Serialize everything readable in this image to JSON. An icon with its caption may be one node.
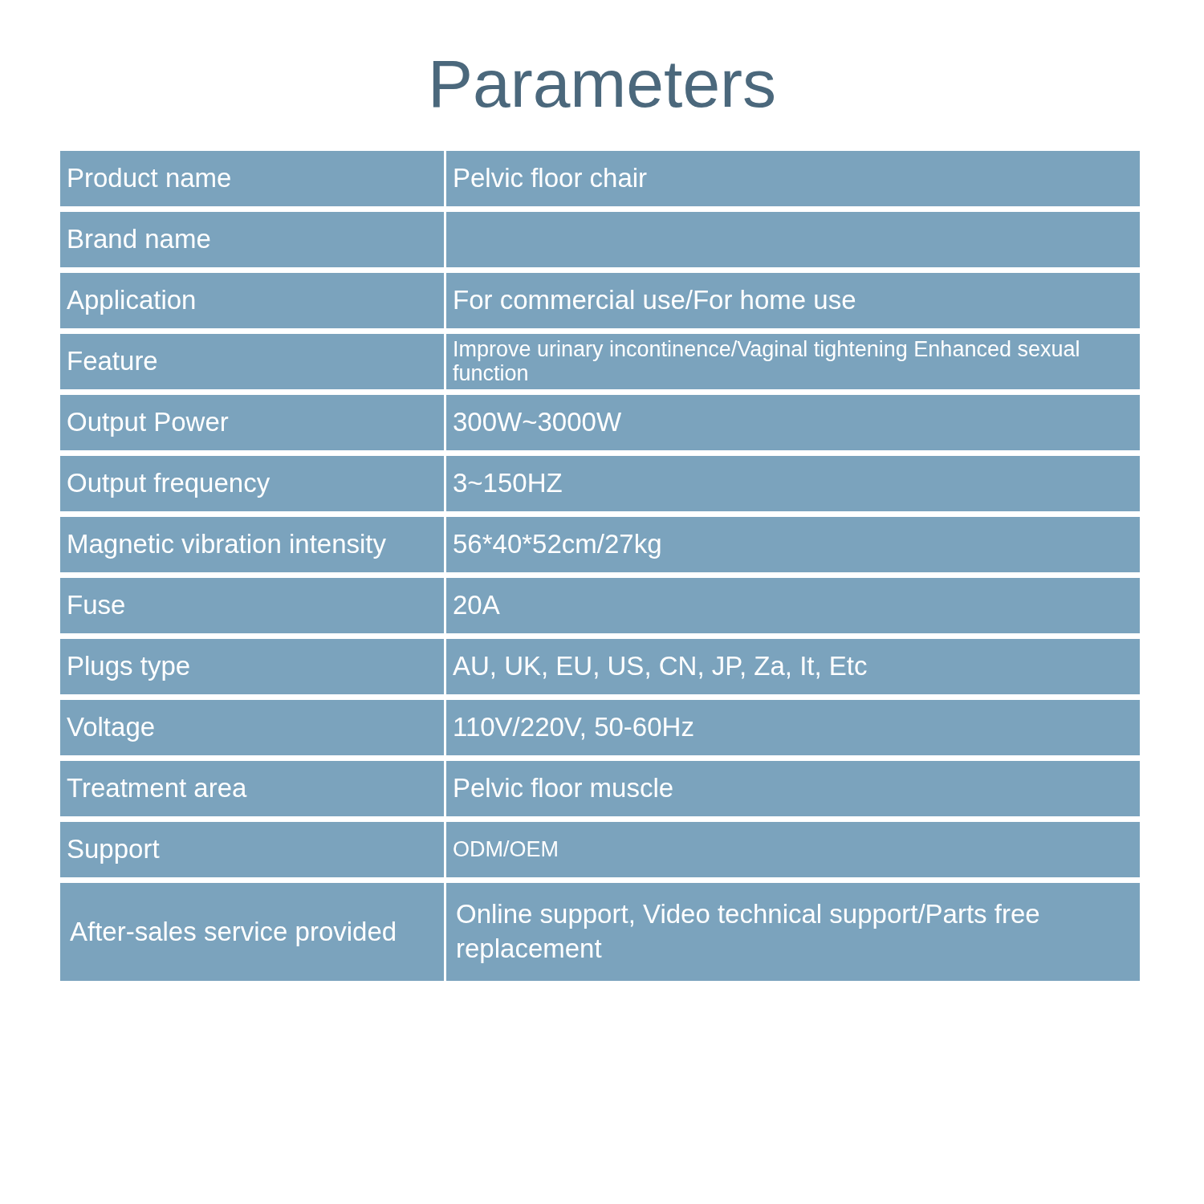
{
  "diagram": {
    "title": "Parameters",
    "labels": [
      "Product name",
      "Pelvic floor chair",
      "Brand name",
      "Application",
      "For commercial use/For home use",
      "Feature",
      "Improve urinary incontinence/Vaginal tightening Enhanced sexual function",
      "Output Power",
      "300W~3000W",
      "Output frequency",
      "3~150HZ",
      "Magnetic vibration intensity",
      "56*40*52cm/27kg",
      "Fuse",
      "20A",
      "Plugs type",
      "AU, UK, EU, US, CN, JP, Za, It, Etc",
      "Voltage",
      "110V/220V, 50-60Hz",
      "Treatment area",
      "Pelvic floor muscle",
      "Support",
      "ODM/OEM",
      "After-sales service provided",
      "Online support, Video technical support/Parts free replacement"
    ]
  }
}
